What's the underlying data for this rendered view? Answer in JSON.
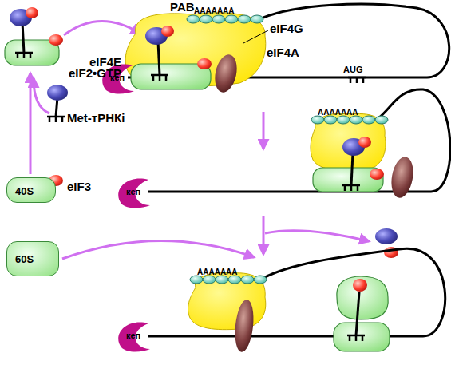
{
  "diagram": {
    "nodes": [
      {
        "text": [
          "кеп"
        ]
      },
      {
        "text": [
          "40S"
        ]
      },
      {
        "text": [
          "кеп"
        ]
      },
      {
        "text": [
          "60S"
        ]
      },
      {
        "text": [
          "кеп"
        ]
      }
    ],
    "labels": [
      "PAB",
      "AAAAAAA",
      "eIF4G",
      "eIF4E",
      "eIF4A",
      "AUG",
      "eIF2•GTP",
      "Met-тРНКi",
      "eIF3",
      "AAAAAAA",
      "AAAAAAA"
    ]
  }
}
